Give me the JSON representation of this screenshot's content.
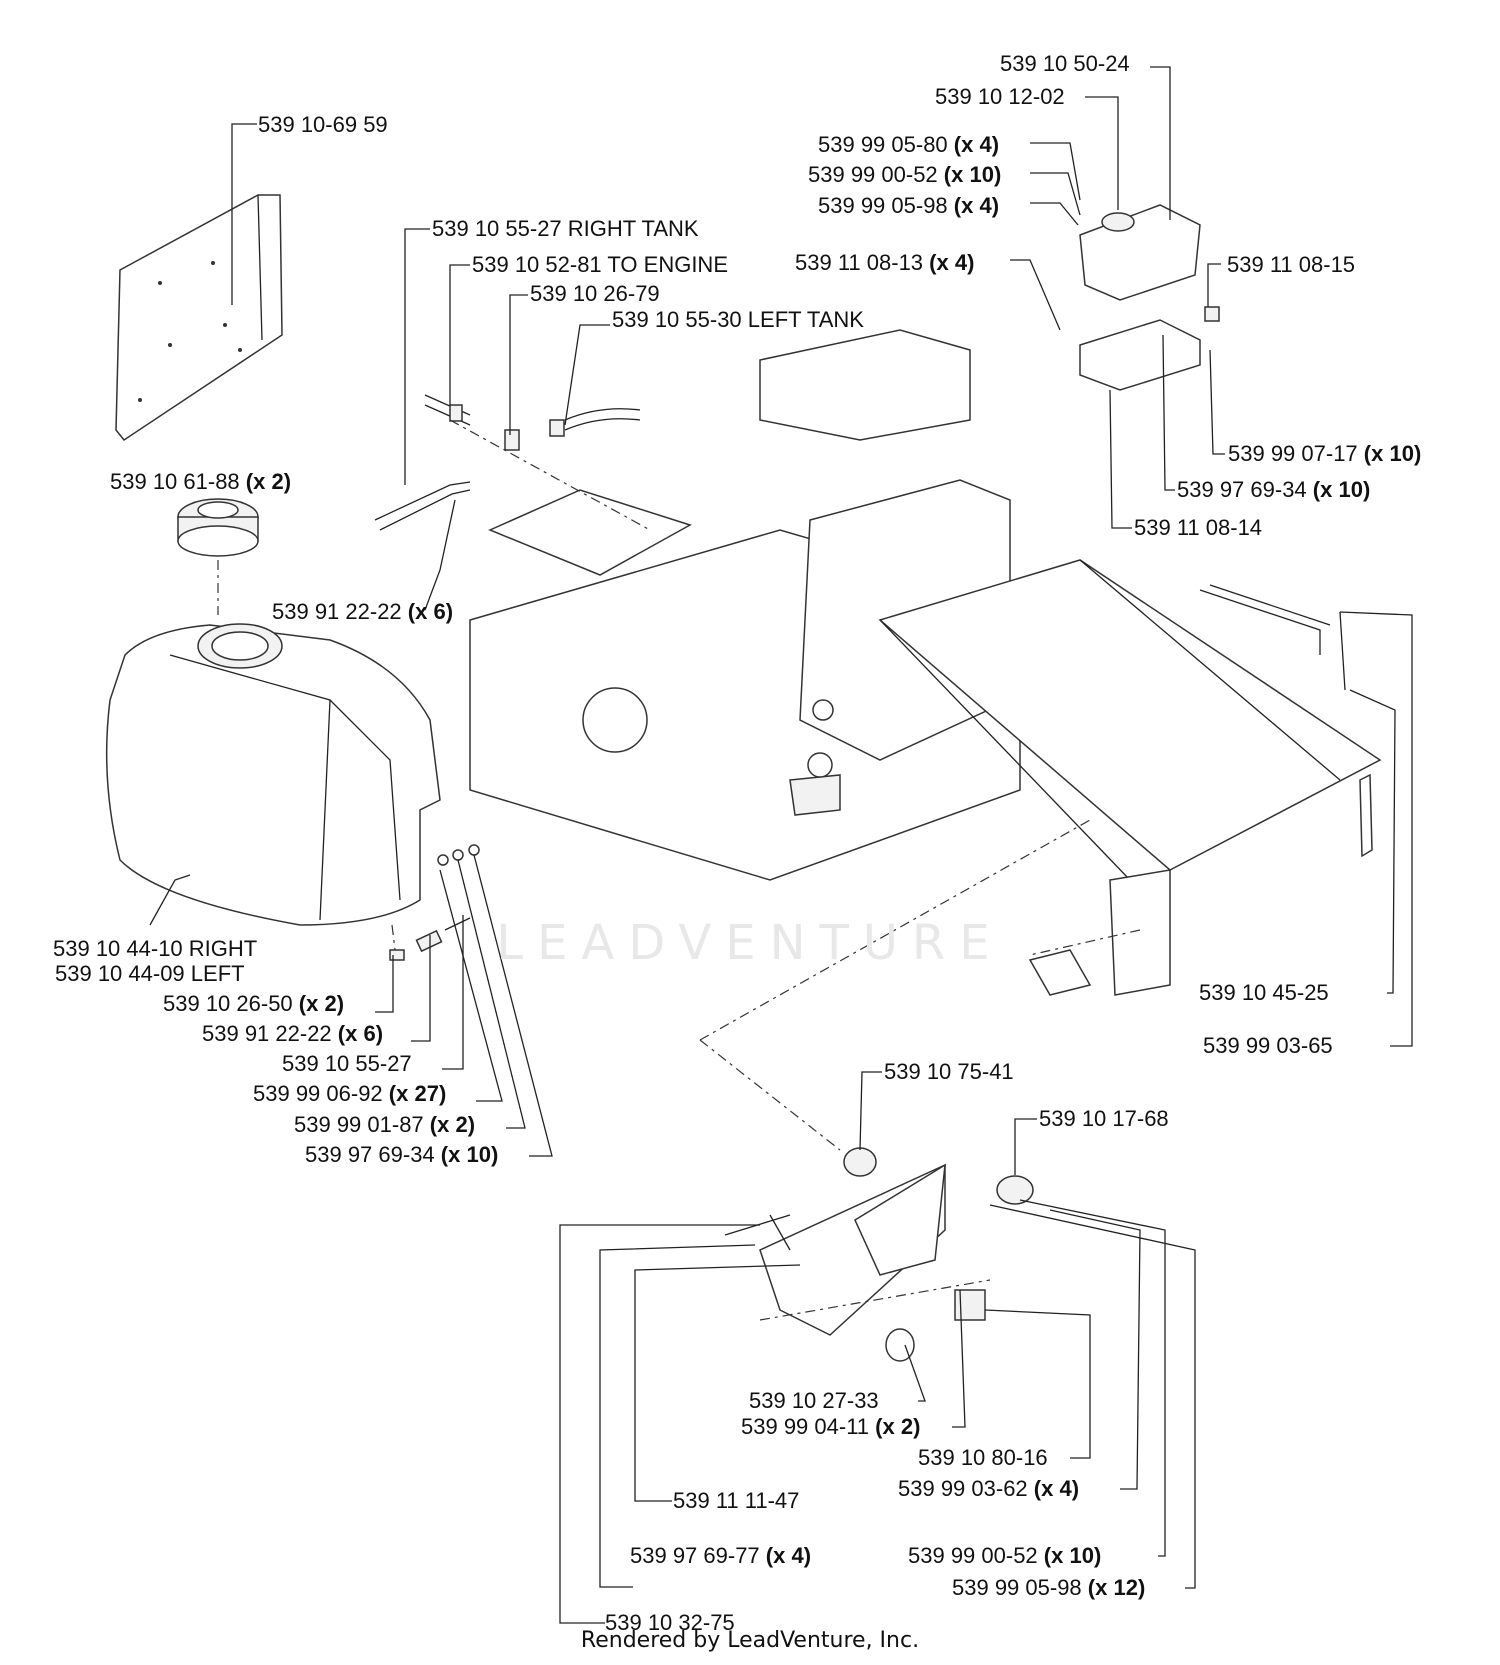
{
  "labels": {
    "l01": "539 10 50-24",
    "l02": "539 10 12-02",
    "l03": "539 99 05-80",
    "l03q": "(x 4)",
    "l04": "539 99 00-52",
    "l04q": "(x 10)",
    "l05": "539 99 05-98",
    "l05q": "(x 4)",
    "l06": "539 11 08-13",
    "l06q": "(x 4)",
    "l07": "539 11 08-15",
    "l08": "539 99 07-17",
    "l08q": "(x 10)",
    "l09": "539 97 69-34",
    "l09q": "(x 10)",
    "l10": "539 11 08-14",
    "l11": "539 10-69 59",
    "l12": "539 10 55-27 RIGHT TANK",
    "l13": "539 10 52-81 TO ENGINE",
    "l14": "539 10 26-79",
    "l15": "539 10 55-30 LEFT TANK",
    "l16": "539 10 61-88",
    "l16q": "(x 2)",
    "l17": "539 91 22-22",
    "l17q": "(x 6)",
    "l18": "539 10 44-10 RIGHT",
    "l19": "539 10 44-09 LEFT",
    "l20": "539 10 26-50",
    "l20q": "(x 2)",
    "l21": "539 91 22-22",
    "l21q": "(x 6)",
    "l22": "539 10 55-27",
    "l23": "539 99 06-92",
    "l23q": "(x 27)",
    "l24": "539 99 01-87",
    "l24q": "(x 2)",
    "l25": "539 97 69-34",
    "l25q": "(x 10)",
    "l26": "539 10 45-25",
    "l27": "539 99 03-65",
    "l28": "539 10 75-41",
    "l29": "539 10 17-68",
    "l30": "539 10 27-33",
    "l31": "539 99 04-11",
    "l31q": "(x 2)",
    "l32": "539 10 80-16",
    "l33": "539 99 03-62",
    "l33q": "(x 4)",
    "l34": "539 11 11-47",
    "l35": "539 97 69-77",
    "l35q": "(x 4)",
    "l36": "539 99 00-52",
    "l36q": "(x 10)",
    "l37": "539 99 05-98",
    "l37q": "(x 12)",
    "l38": "539 10 32-75"
  },
  "watermark": "LEADVENTURE",
  "footer": "Rendered by LeadVenture, Inc."
}
